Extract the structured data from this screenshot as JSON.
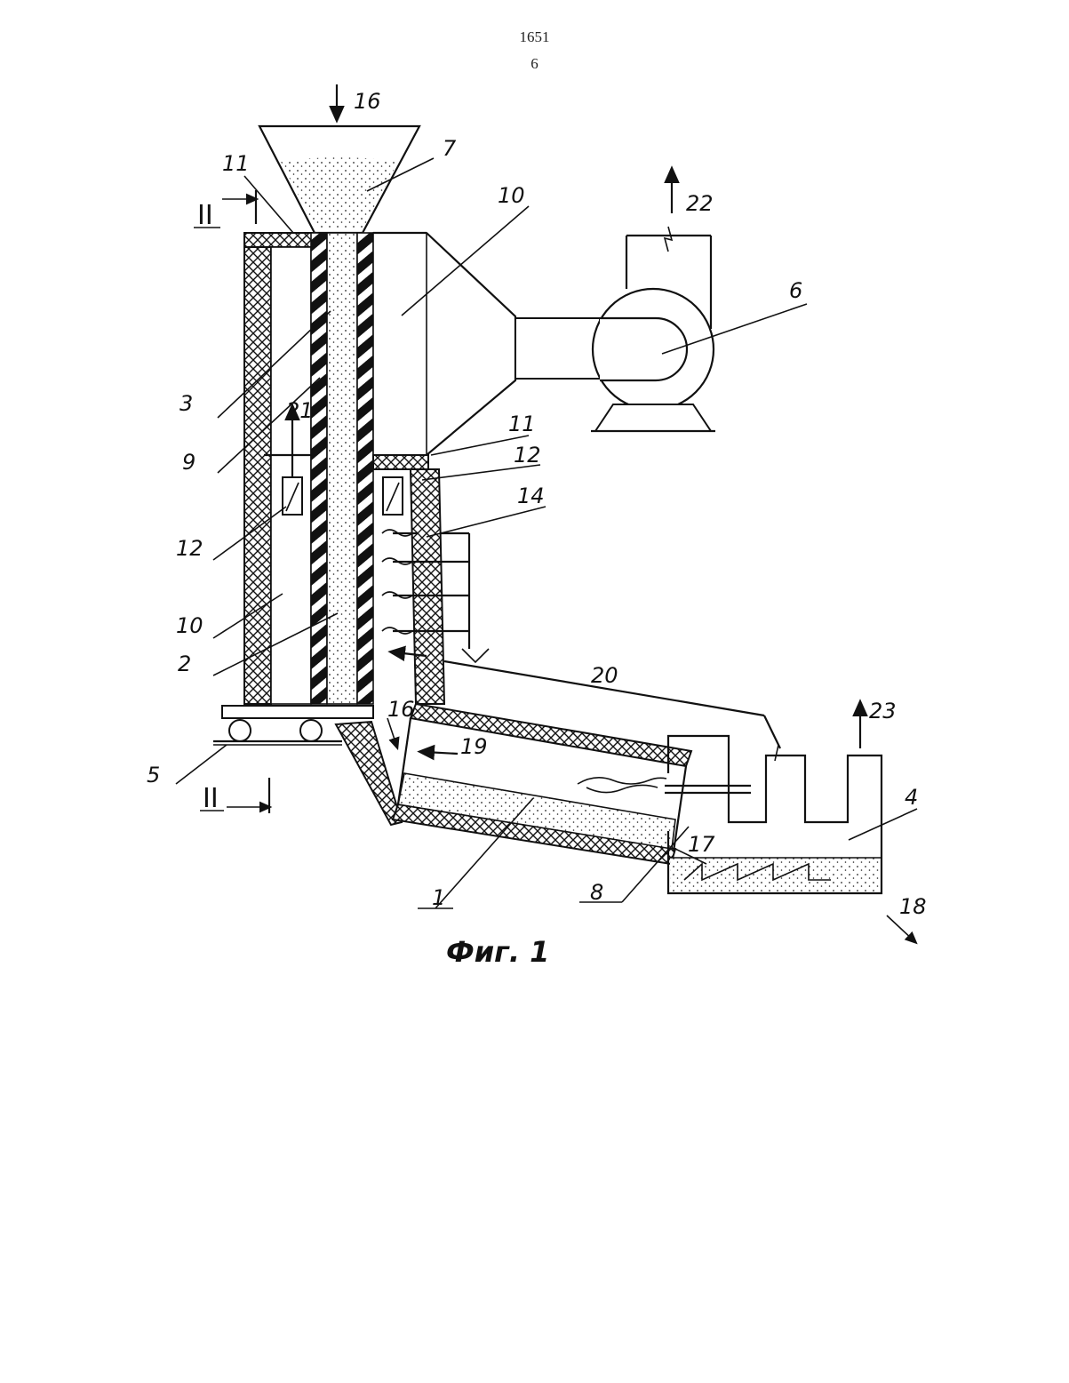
{
  "header": {
    "number": "1651",
    "page": "6"
  },
  "caption": "Фиг. 1",
  "labels": {
    "l16_top": "16",
    "l7": "7",
    "l11_top": "11",
    "l10_top": "10",
    "l22": "22",
    "l6": "6",
    "l3": "3",
    "l9": "9",
    "l21": "21",
    "l11_mid": "11",
    "l12_right": "12",
    "l14": "14",
    "l12_left": "12",
    "l10_left": "10",
    "l2": "2",
    "l20": "20",
    "l16_mid": "16",
    "l23": "23",
    "l19": "19",
    "l5": "5",
    "l4": "4",
    "l17": "17",
    "l1": "1",
    "l8": "8",
    "l18": "18"
  },
  "section_marks": {
    "top": "II",
    "bottom": "II"
  }
}
